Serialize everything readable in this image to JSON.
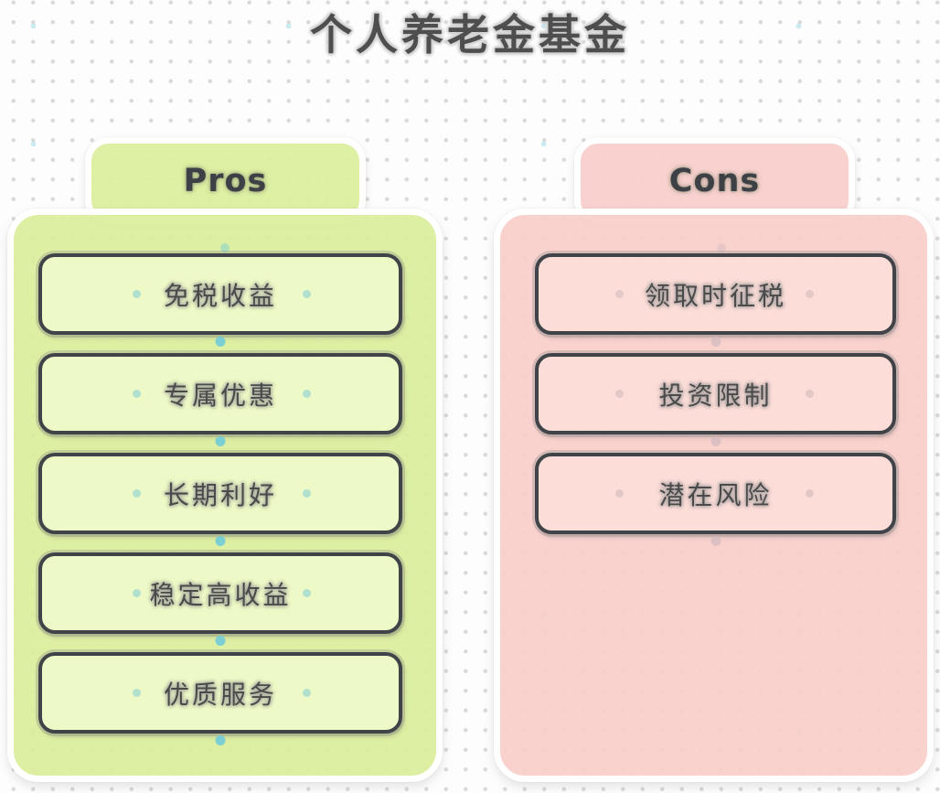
{
  "title": "个人养老金基金",
  "pros": {
    "header": "Pros",
    "items": [
      {
        "label": "免税收益"
      },
      {
        "label": "专属优惠"
      },
      {
        "label": "长期利好"
      },
      {
        "label": "稳定高收益"
      },
      {
        "label": "优质服务"
      }
    ]
  },
  "cons": {
    "header": "Cons",
    "items": [
      {
        "label": "领取时征税"
      },
      {
        "label": "投资限制"
      },
      {
        "label": "潜在风险"
      }
    ]
  },
  "colors": {
    "pros_fill": "#ddefa2",
    "pros_item_fill": "#ecf7c6",
    "cons_fill": "#f9d2ce",
    "cons_item_fill": "#fbdcd8",
    "box_border": "#404347",
    "card_border": "#ffffff",
    "text": "#4a4a4a",
    "accent_dot": "#71cbd8",
    "grid_dot": "#d9d9d9"
  }
}
